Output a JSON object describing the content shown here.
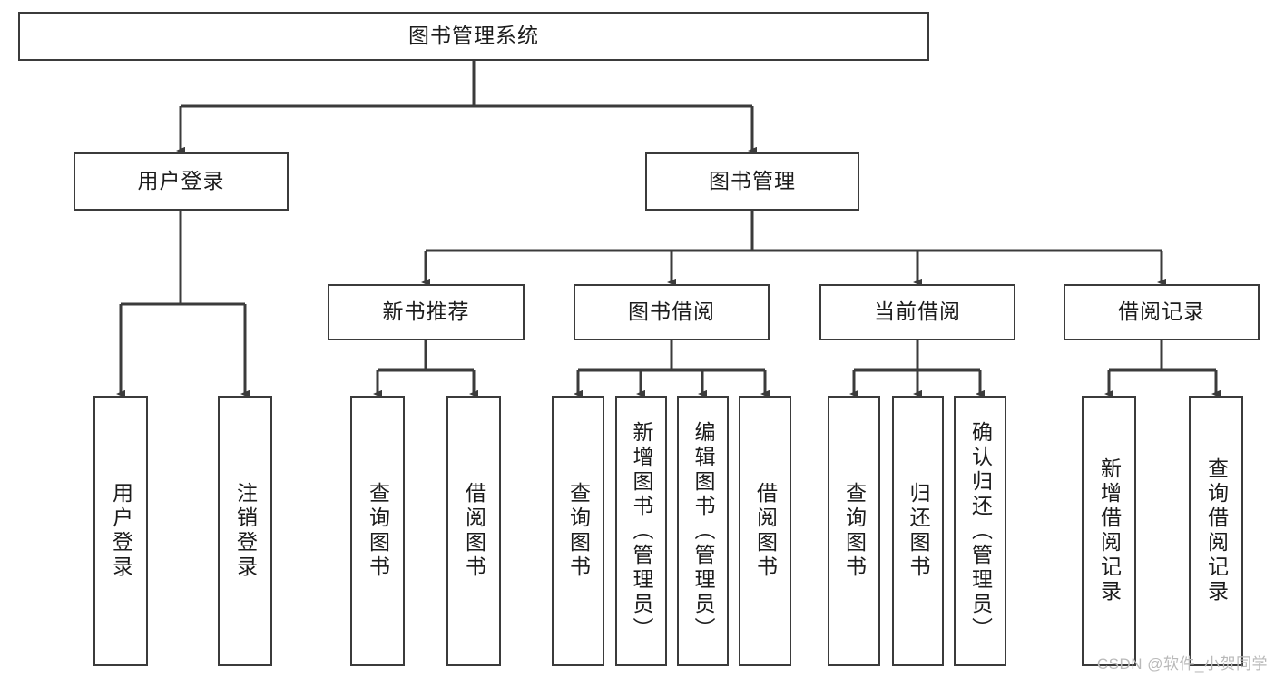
{
  "diagram": {
    "title": "图书管理系统",
    "type": "tree-structure-chart",
    "root": {
      "label": "图书管理系统"
    },
    "level2": [
      {
        "label": "用户登录"
      },
      {
        "label": "图书管理"
      }
    ],
    "level3": [
      {
        "label": "新书推荐"
      },
      {
        "label": "图书借阅"
      },
      {
        "label": "当前借阅"
      },
      {
        "label": "借阅记录"
      }
    ],
    "leaves": {
      "user_login": [
        {
          "label": "用户登录"
        },
        {
          "label": "注销登录"
        }
      ],
      "new_book_recommend": [
        {
          "label": "查询图书"
        },
        {
          "label": "借阅图书"
        }
      ],
      "book_borrow": [
        {
          "label": "查询图书"
        },
        {
          "label": "新增图书（管理员）"
        },
        {
          "label": "编辑图书（管理员）"
        },
        {
          "label": "借阅图书"
        }
      ],
      "current_borrow": [
        {
          "label": "查询图书"
        },
        {
          "label": "归还图书"
        },
        {
          "label": "确认归还（管理员）"
        }
      ],
      "borrow_record": [
        {
          "label": "新增借阅记录"
        },
        {
          "label": "查询借阅记录"
        }
      ]
    }
  },
  "watermark": {
    "text": "CSDN @软件_小贺同学"
  },
  "colors": {
    "box_border": "#3b3b3b",
    "box_fill": "#ffffff",
    "text": "#1c1c1c",
    "connector": "#3b3b3b",
    "watermark": "#b9b9b9",
    "background": "#ffffff"
  }
}
